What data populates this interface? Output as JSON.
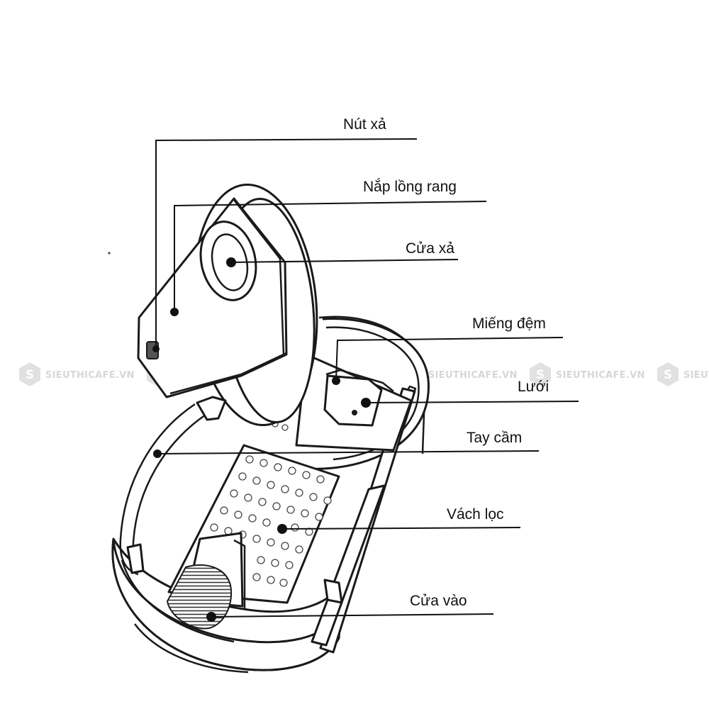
{
  "watermark": {
    "text": "SIEUTHICAFE.VN",
    "badge_letter": "S",
    "color": "#d7d7d7"
  },
  "labels": [
    {
      "id": "nut-xa",
      "text": "Nút xả"
    },
    {
      "id": "nap-long-rang",
      "text": "Nắp lồng rang"
    },
    {
      "id": "cua-xa",
      "text": "Cửa xả"
    },
    {
      "id": "mieng-dem",
      "text": "Miếng đệm"
    },
    {
      "id": "luoi",
      "text": "Lưới"
    },
    {
      "id": "tay-cam",
      "text": "Tay cầm"
    },
    {
      "id": "vach-loc",
      "text": "Vách lọc"
    },
    {
      "id": "cua-vao",
      "text": "Cửa vào"
    }
  ]
}
